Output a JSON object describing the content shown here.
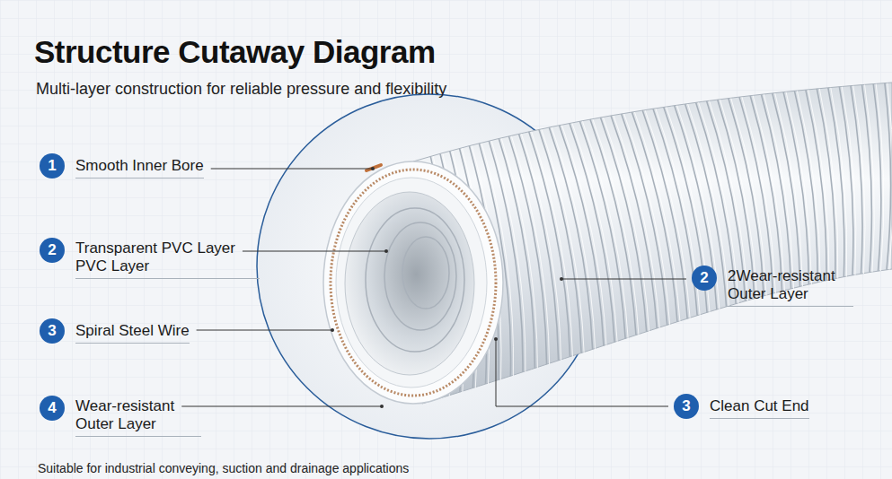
{
  "diagram": {
    "title": "Structure Cutaway Diagram",
    "caption": "Suitable for industrial conveying, suction and drainage applications",
    "labels": [
      "Multi-layer construction for reliable pressure and flexibility",
      "1",
      "Smooth Inner Bore",
      "2",
      "Transparent PVC Layer PVC Layer",
      "3",
      "Spiral Steel Wire",
      "4",
      "Wear-resistant Outer Layer",
      "2",
      "2Wear-resistant Outer Layer",
      "3",
      "Clean Cut End"
    ]
  }
}
